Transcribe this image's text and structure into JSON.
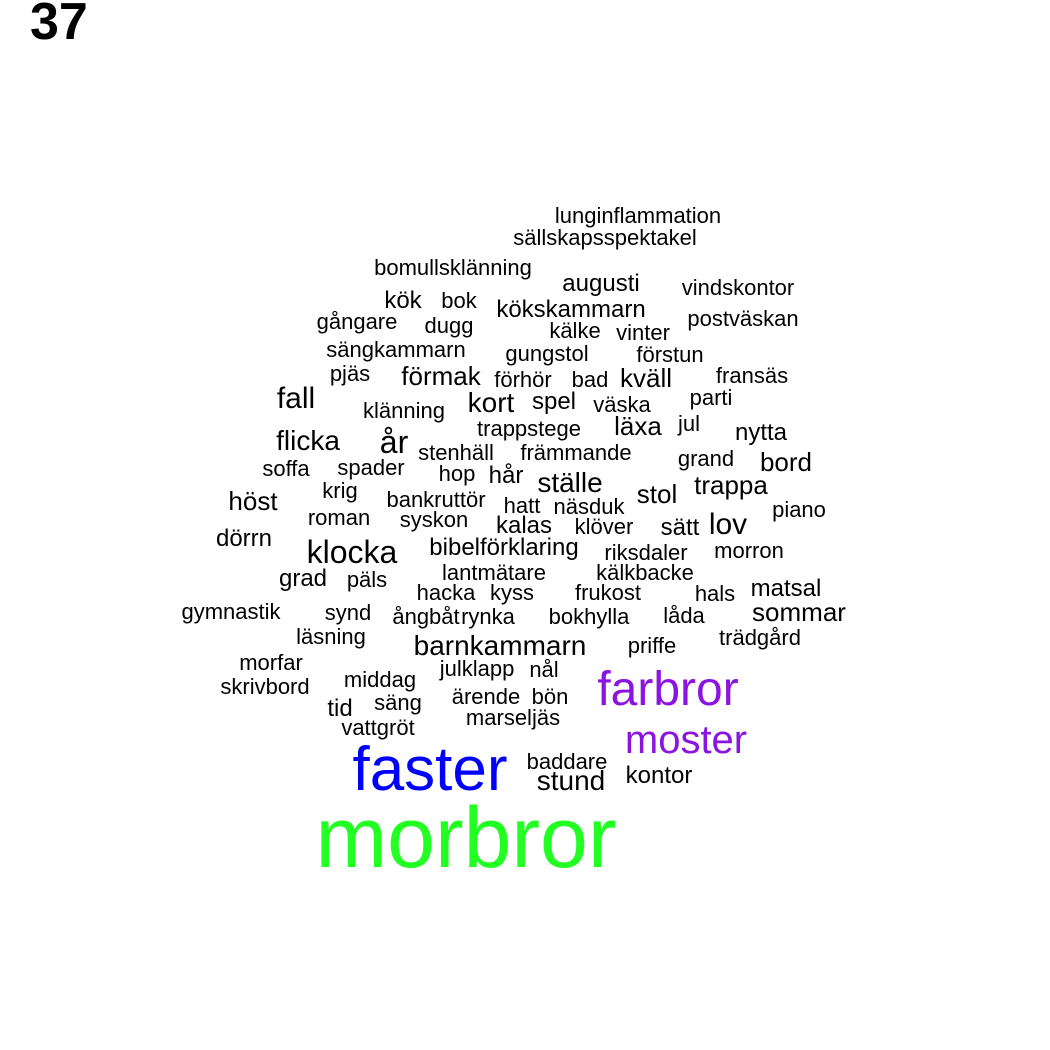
{
  "panel_label": "37",
  "colors": {
    "default": "#000000",
    "morbror": "#22ff22",
    "faster": "#0000ff",
    "farbror": "#8b14e0",
    "moster": "#8b14e0"
  },
  "words": [
    {
      "text": "lunginflammation"
    },
    {
      "text": "sällskapsspektakel"
    },
    {
      "text": "bomullsklänning"
    },
    {
      "text": "augusti"
    },
    {
      "text": "vindskontor"
    },
    {
      "text": "kök"
    },
    {
      "text": "bok"
    },
    {
      "text": "kökskammarn"
    },
    {
      "text": "gångare"
    },
    {
      "text": "dugg"
    },
    {
      "text": "kälke"
    },
    {
      "text": "vinter"
    },
    {
      "text": "postväskan"
    },
    {
      "text": "sängkammarn"
    },
    {
      "text": "gungstol"
    },
    {
      "text": "förstun"
    },
    {
      "text": "pjäs"
    },
    {
      "text": "förmak"
    },
    {
      "text": "förhör"
    },
    {
      "text": "bad"
    },
    {
      "text": "kväll"
    },
    {
      "text": "fransäs"
    },
    {
      "text": "fall"
    },
    {
      "text": "klänning"
    },
    {
      "text": "kort"
    },
    {
      "text": "spel"
    },
    {
      "text": "väska"
    },
    {
      "text": "parti"
    },
    {
      "text": "trappstege"
    },
    {
      "text": "läxa"
    },
    {
      "text": "jul"
    },
    {
      "text": "nytta"
    },
    {
      "text": "flicka"
    },
    {
      "text": "år"
    },
    {
      "text": "stenhäll"
    },
    {
      "text": "främmande"
    },
    {
      "text": "grand"
    },
    {
      "text": "bord"
    },
    {
      "text": "soffa"
    },
    {
      "text": "spader"
    },
    {
      "text": "hop"
    },
    {
      "text": "hår"
    },
    {
      "text": "ställe"
    },
    {
      "text": "trappa"
    },
    {
      "text": "krig"
    },
    {
      "text": "höst"
    },
    {
      "text": "bankruttör"
    },
    {
      "text": "hatt"
    },
    {
      "text": "näsduk"
    },
    {
      "text": "stol"
    },
    {
      "text": "piano"
    },
    {
      "text": "roman"
    },
    {
      "text": "syskon"
    },
    {
      "text": "kalas"
    },
    {
      "text": "klöver"
    },
    {
      "text": "sätt"
    },
    {
      "text": "lov"
    },
    {
      "text": "dörrn"
    },
    {
      "text": "klocka"
    },
    {
      "text": "bibelförklaring"
    },
    {
      "text": "riksdaler"
    },
    {
      "text": "morron"
    },
    {
      "text": "lantmätare"
    },
    {
      "text": "kälkbacke"
    },
    {
      "text": "grad"
    },
    {
      "text": "päls"
    },
    {
      "text": "hacka"
    },
    {
      "text": "kyss"
    },
    {
      "text": "frukost"
    },
    {
      "text": "hals"
    },
    {
      "text": "matsal"
    },
    {
      "text": "gymnastik"
    },
    {
      "text": "synd"
    },
    {
      "text": "ångbåt"
    },
    {
      "text": "rynka"
    },
    {
      "text": "bokhylla"
    },
    {
      "text": "låda"
    },
    {
      "text": "sommar"
    },
    {
      "text": "läsning"
    },
    {
      "text": "trädgård"
    },
    {
      "text": "barnkammarn"
    },
    {
      "text": "priffe"
    },
    {
      "text": "morfar"
    },
    {
      "text": "julklapp"
    },
    {
      "text": "nål"
    },
    {
      "text": "middag"
    },
    {
      "text": "skrivbord"
    },
    {
      "text": "farbror",
      "color": "#8b14e0"
    },
    {
      "text": "säng"
    },
    {
      "text": "ärende"
    },
    {
      "text": "bön"
    },
    {
      "text": "tid"
    },
    {
      "text": "marseljäs"
    },
    {
      "text": "vattgröt"
    },
    {
      "text": "moster",
      "color": "#8b14e0"
    },
    {
      "text": "faster",
      "color": "#0000ff"
    },
    {
      "text": "baddare"
    },
    {
      "text": "stund"
    },
    {
      "text": "kontor"
    },
    {
      "text": "morbror",
      "color": "#22ff22"
    }
  ]
}
